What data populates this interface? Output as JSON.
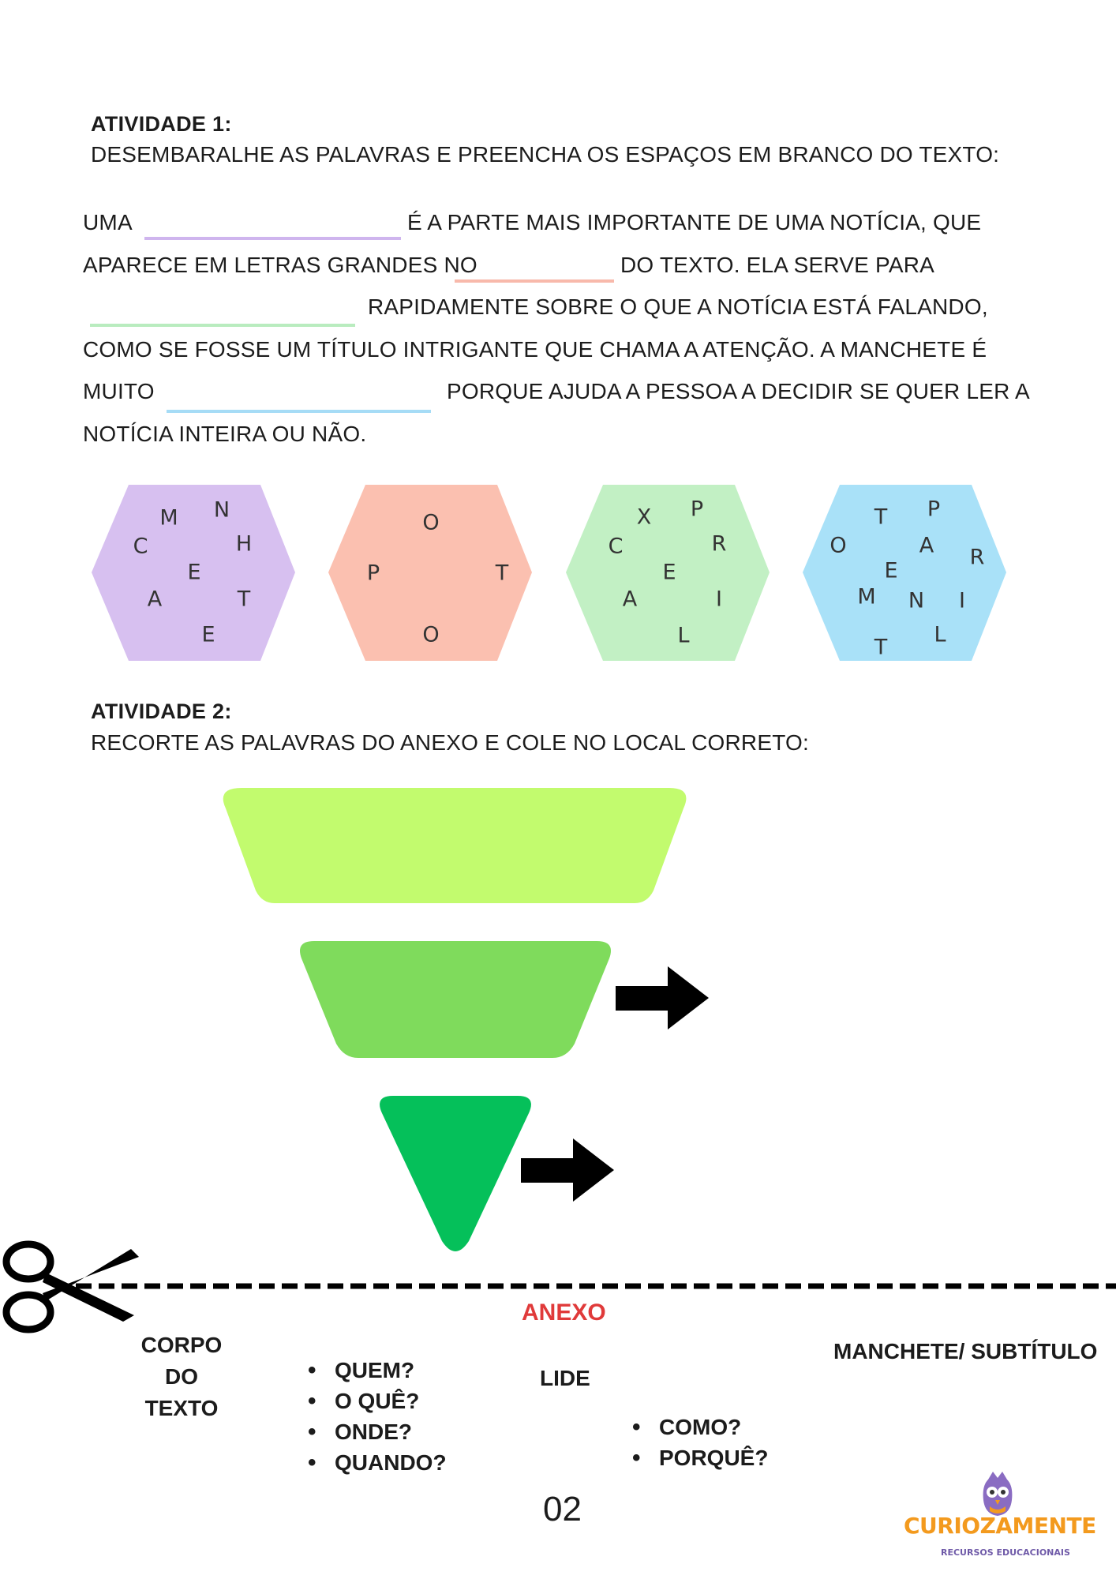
{
  "activity1": {
    "title": "ATIVIDADE 1:",
    "instruction": "DESEMBARALHE AS PALAVRAS E PREENCHA OS ESPAÇOS EM BRANCO DO TEXTO:",
    "lines": {
      "l1a": "UMA",
      "l1b": "É A PARTE MAIS IMPORTANTE DE UMA NOTÍCIA, QUE",
      "l2a": "APARECE EM LETRAS GRANDES NO",
      "l2b": "DO TEXTO. ELA SERVE PARA",
      "l3": "RAPIDAMENTE SOBRE O QUE A NOTÍCIA ESTÁ FALANDO,",
      "l4": "COMO SE FOSSE UM TÍTULO INTRIGANTE QUE CHAMA A ATENÇÃO. A MANCHETE É",
      "l5a": "MUITO",
      "l5b": "PORQUE AJUDA A PESSOA A DECIDIR SE QUER LER A",
      "l6": "NOTÍCIA INTEIRA OU NÃO."
    },
    "blank_colors": [
      "#cfb5ee",
      "#f8b9ab",
      "#b9ecbf",
      "#a6dcf6"
    ],
    "hexagons": [
      {
        "color": "#d7c0f0",
        "letters": [
          "M",
          "N",
          "C",
          "H",
          "E",
          "A",
          "T",
          "E"
        ]
      },
      {
        "color": "#fbc0b0",
        "letters": [
          "O",
          "P",
          "T",
          "O"
        ]
      },
      {
        "color": "#c2f0c4",
        "letters": [
          "X",
          "P",
          "C",
          "R",
          "E",
          "A",
          "I",
          "L"
        ]
      },
      {
        "color": "#a9e1f8",
        "letters": [
          "T",
          "P",
          "O",
          "A",
          "R",
          "E",
          "M",
          "N",
          "I",
          "T",
          "L"
        ]
      }
    ]
  },
  "activity2": {
    "title": "ATIVIDADE 2:",
    "instruction": "RECORTE AS PALAVRAS DO ANEXO E COLE NO LOCAL CORRETO:",
    "colors": [
      "#c2fb6e",
      "#7fdb5c",
      "#05c05a"
    ]
  },
  "annex": {
    "title": "ANEXO",
    "corpo": [
      "CORPO",
      "DO",
      "TEXTO"
    ],
    "questions1": [
      "QUEM?",
      "O QUÊ?",
      "ONDE?",
      "QUANDO?"
    ],
    "lide": "LIDE",
    "questions2": [
      "COMO?",
      "PORQUÊ?"
    ],
    "manchete": "MANCHETE/ SUBTÍTULO"
  },
  "page_number": "02",
  "logo": {
    "brand": "CURIOZAMENTE",
    "tagline": "RECURSOS EDUCACIONAIS",
    "brand_color": "#f39a1e",
    "owl_color": "#8a6cc2"
  }
}
